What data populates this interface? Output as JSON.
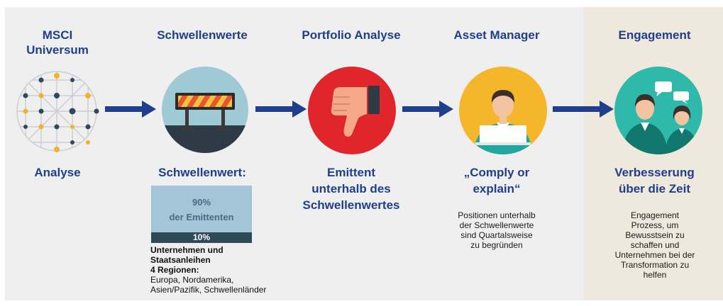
{
  "steps": [
    {
      "title": "MSCI Universum",
      "title_line1": "MSCI",
      "title_line2": "Universum",
      "subtitle": "Analyse"
    },
    {
      "title": "Schwellenwerte",
      "subtitle": "Schwellenwert:"
    },
    {
      "title": "Portfolio Analyse",
      "subtitle_lines": [
        "Emittent",
        "unterhalb des",
        "Schwellenwertes"
      ]
    },
    {
      "title": "Asset Manager",
      "subtitle_lines": [
        "„Comply or",
        "explain“"
      ],
      "description_lines": [
        "Positionen unterhalb",
        "der Schwellenwerte",
        "sind Quartalsweise",
        "zu begründen"
      ]
    },
    {
      "title": "Engagement",
      "subtitle_lines": [
        "Verbesserung",
        "über die Zeit"
      ],
      "description_lines": [
        "Engagement",
        "Prozess, um",
        "Bewusstsein zu",
        "schaffen und",
        "Unternehmen bei der",
        "Transformation zu",
        "helfen"
      ]
    }
  ],
  "threshold": {
    "bar_top_value": "90%",
    "bar_top_label": "der Emittenten",
    "bar_bottom_value": "10%",
    "scope_line1": "Unternehmen und",
    "scope_line2": "Staatsanleihen",
    "regions_heading": "4 Regionen:",
    "regions_line1": "Europa, Nordamerika,",
    "regions_line2": "Asien/Pazifik, Schwellenländer"
  },
  "colors": {
    "title": "#1f3e8c",
    "arrow": "#1f3e8c",
    "engagement_bg": "#efe8dc",
    "main_bg": "#efefef"
  },
  "icons": [
    "network-globe-icon",
    "road-barrier-icon",
    "thumbs-down-icon",
    "asset-manager-laptop-icon",
    "engagement-people-chat-icon"
  ]
}
